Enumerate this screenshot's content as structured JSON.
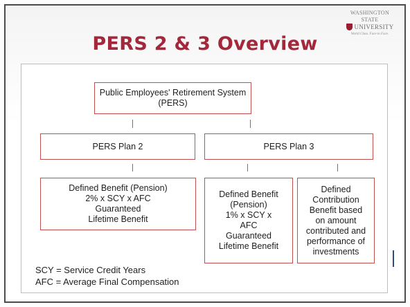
{
  "logo": {
    "line1": "WASHINGTON STATE",
    "line2": "UNIVERSITY",
    "tagline": "World Class. Face to Face."
  },
  "slide_title": "PERS 2 & 3 Overview",
  "diagram": {
    "root": "Public Employees' Retirement System\n(PERS)",
    "plan2": "PERS Plan 2",
    "plan3": "PERS Plan 3",
    "plan2_benefit": "Defined Benefit (Pension)\n2% x SCY x AFC\nGuaranteed\nLifetime Benefit",
    "plan3_db": "Defined Benefit\n(Pension)\n1% x SCY x\nAFC\nGuaranteed\nLifetime Benefit",
    "plan3_dc": "Defined\nContribution\nBenefit based\non amount\ncontributed and\nperformance of\ninvestments"
  },
  "legend": {
    "scy": "SCY = Service Credit Years",
    "afc": "AFC = Average Final Compensation"
  }
}
